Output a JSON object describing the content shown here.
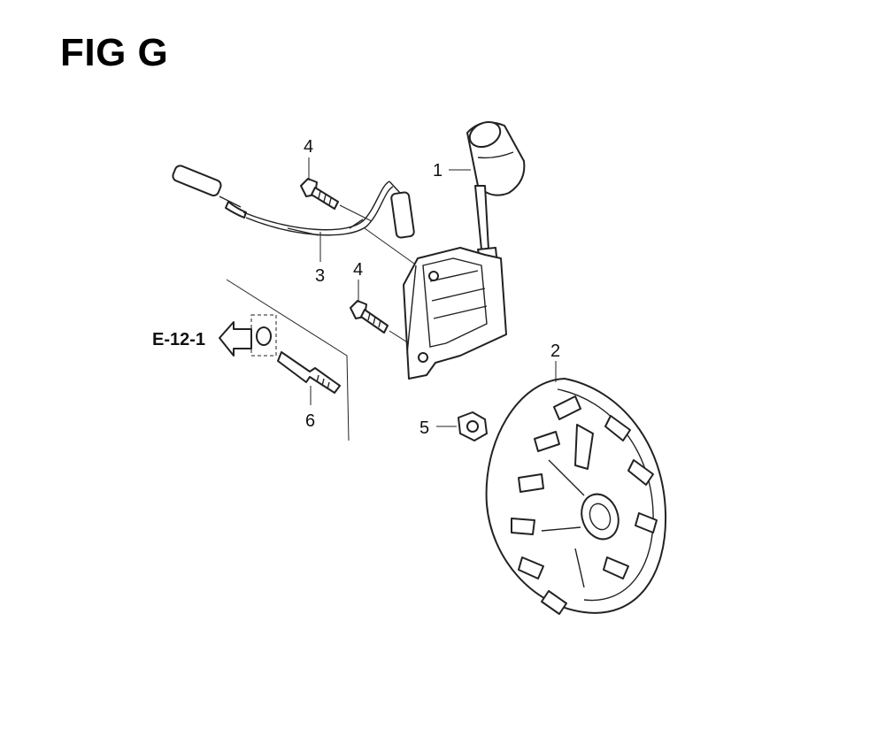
{
  "title": "FIG G",
  "reference": "E-12-1",
  "callouts": {
    "ignition_coil": "1",
    "flywheel": "2",
    "stop_wire": "3",
    "screw_upper": "4",
    "screw_lower": "4",
    "nut": "5",
    "bolt": "6"
  }
}
